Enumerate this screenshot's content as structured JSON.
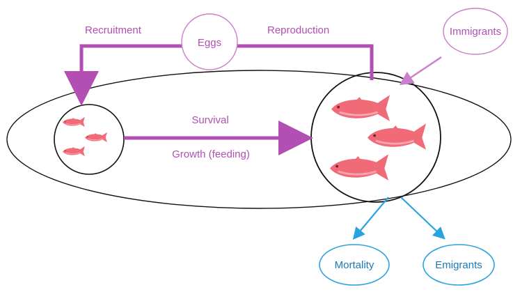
{
  "labels": {
    "eggs": "Eggs",
    "recruitment": "Recruitment",
    "reproduction": "Reproduction",
    "immigrants": "Immigrants",
    "survival": "Survival",
    "growth": "Growth (feeding)",
    "mortality": "Mortality",
    "emigrants": "Emigrants"
  },
  "colors": {
    "purple": "#b34fb3",
    "purple_light": "#c97fc9",
    "blue": "#2aa2de",
    "fish": "#f06a78",
    "fish_light": "#f7a6ad",
    "outline": "#111111"
  },
  "icons": {
    "juvenile_fish": "fish-icon",
    "adult_fish": "fish-icon"
  }
}
